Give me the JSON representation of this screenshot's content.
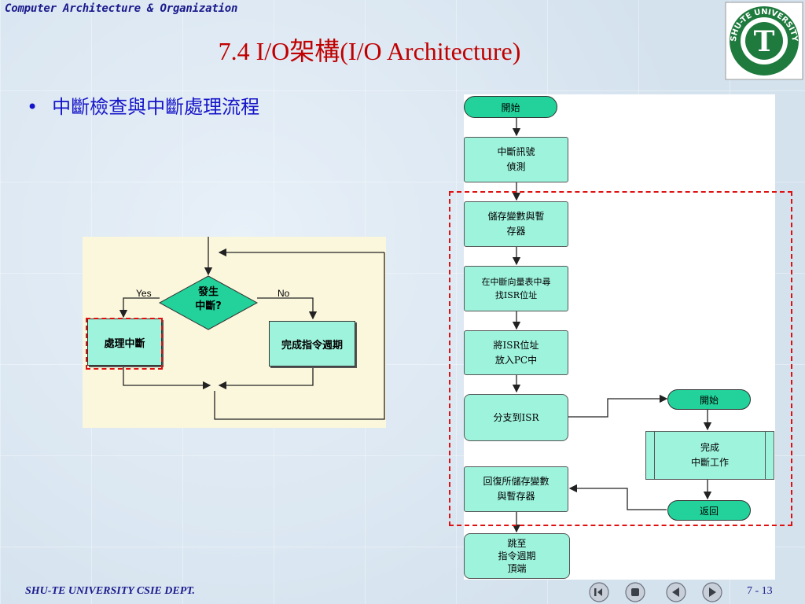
{
  "header": {
    "course": "Computer Architecture & Organization",
    "title": "7.4 I/O架構(I/O Architecture)"
  },
  "logo": {
    "text": "SHU-TE UNIVERSITY",
    "letter": "T"
  },
  "bullet": {
    "marker": "•",
    "text": "中斷檢查與中斷處理流程"
  },
  "left_flow": {
    "decision": "發生\n中斷?",
    "yes_label": "Yes",
    "no_label": "No",
    "yes_box": "處理中斷",
    "no_box": "完成指令週期"
  },
  "right_flow": {
    "start": "開始",
    "detect": "中斷訊號\n偵測",
    "save": "儲存變數與暫\n存器",
    "find": "在中斷向量表中尋\n找ISR位址",
    "load": "將ISR位址\n放入PC中",
    "branch": "分支到ISR",
    "isr_start": "開始",
    "isr_work": "完成\n中斷工作",
    "isr_return": "返回",
    "restore": "回復所儲存變數\n與暫存器",
    "jump": "跳至\n指令週期\n頂端"
  },
  "footer": {
    "dept": "SHU-TE UNIVERSITY  CSIE DEPT.",
    "page": "7 - 13",
    "nav_icons": [
      "first-icon",
      "stop-icon",
      "prev-icon",
      "next-icon"
    ]
  },
  "colors": {
    "title": "#c00000",
    "accent_blue": "#1a1a8c",
    "box_fill": "#9ef3dc",
    "pill_fill": "#22d29a",
    "dash_red": "#e01010"
  }
}
